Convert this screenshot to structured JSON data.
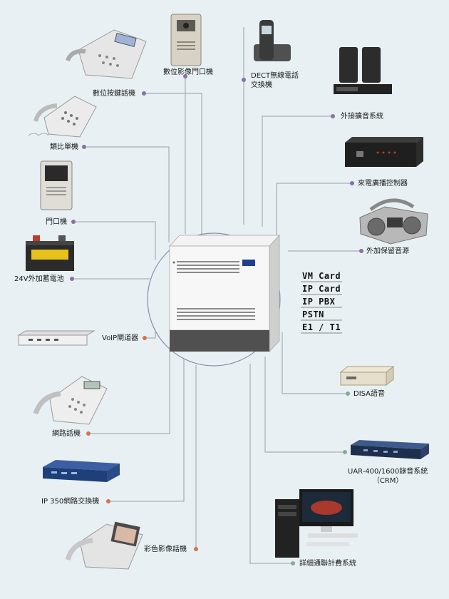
{
  "labels": {
    "digital_door": "數位影像門口機",
    "dect": "DECT無線電話\n交換機",
    "digital_phone": "數位按鍵話機",
    "analog_phone": "類比單機",
    "door_phone": "門口機",
    "battery": "24V外加蓄電池",
    "voip_gw": "VoIP閘道器",
    "ip_phone": "網路話機",
    "ip_switch": "IP 350網路交換機",
    "video_phone": "彩色影像話機",
    "paging": "外接擴音系統",
    "broadcast": "來電廣播控制器",
    "moh": "外加保留音源",
    "disa": "DISA語音",
    "recorder": "UAR-400/1600錄音系統\n（CRM）",
    "billing": "詳細通聯計費系統"
  },
  "cards": [
    "VM Card",
    "IP Card",
    "IP PBX",
    "PSTN",
    "E1 / T1"
  ],
  "colors": {
    "purple": "#8a6fa8",
    "orange": "#d9714e",
    "green": "#7fae8e",
    "line": "#9aa0a6",
    "bg": "#e8f0f3"
  }
}
